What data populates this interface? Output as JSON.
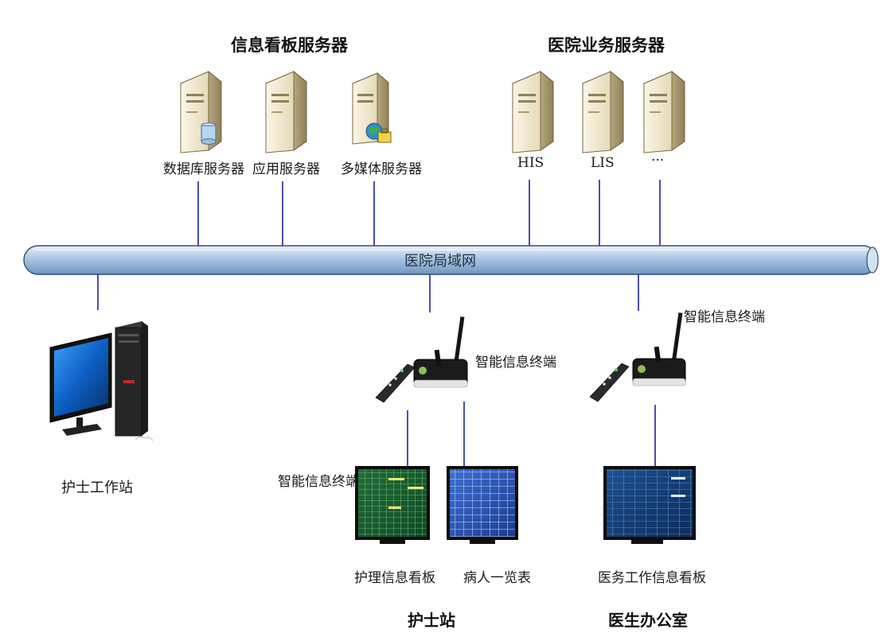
{
  "headers": {
    "info_board_servers": "信息看板服务器",
    "hospital_business_servers": "医院业务服务器"
  },
  "servers": {
    "database": "数据库服务器",
    "application": "应用服务器",
    "multimedia": "多媒体服务器",
    "his": "HIS",
    "lis": "LIS",
    "more": "···"
  },
  "network": {
    "lan": "医院局域网"
  },
  "nurse_workstation": {
    "label": "护士工作站"
  },
  "nurse_station": {
    "title": "护士站",
    "terminal_label": "智能信息终端",
    "display_terminal_label": "智能信息终端",
    "care_board": "护理信息看板",
    "patient_list": "病人一览表"
  },
  "doctor_office": {
    "title": "医生办公室",
    "terminal_label": "智能信息终端",
    "medical_board": "医务工作信息看板"
  }
}
